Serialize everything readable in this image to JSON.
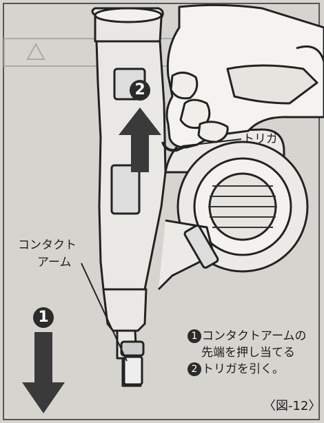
{
  "figure": {
    "caption": "〈図-12〉",
    "labels": {
      "trigger": "トリガ",
      "contact_arm_line1": "コンタクト",
      "contact_arm_line2": "アーム"
    },
    "markers": {
      "up": "2",
      "down": "1"
    },
    "instructions": [
      {
        "num": "1",
        "line1": "コンタクトアームの",
        "line2": "先端を押し当てる"
      },
      {
        "num": "2",
        "line1": "トリガを引く。"
      }
    ]
  }
}
